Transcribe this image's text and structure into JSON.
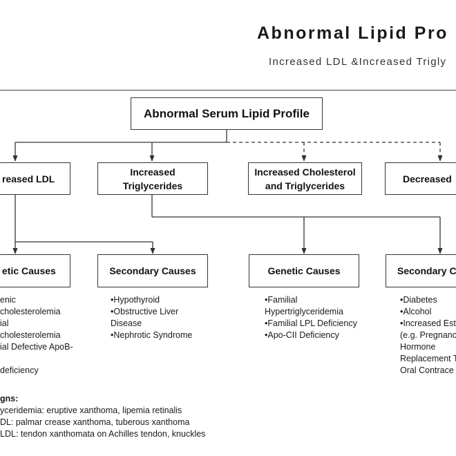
{
  "header": {
    "title": "Abnormal Lipid Pro",
    "subtitle": "Increased LDL &Increased Trigly"
  },
  "root": {
    "label": "Abnormal Serum Lipid Profile"
  },
  "level1": [
    {
      "label": "reased LDL"
    },
    {
      "label": "Increased Triglycerides",
      "lines": [
        "Increased",
        "Triglycerides"
      ]
    },
    {
      "label": "Increased Cholesterol and Triglycerides",
      "lines": [
        "Increased Cholesterol",
        "and Triglycerides"
      ]
    },
    {
      "label": "Decreased"
    }
  ],
  "level2": [
    {
      "label": "etic Causes"
    },
    {
      "label": "Secondary Causes"
    },
    {
      "label": "Genetic Causes"
    },
    {
      "label": "Secondary C"
    }
  ],
  "lists": {
    "ldl_genetic": [
      "enic",
      "cholesterolemia",
      "ial",
      "cholesterolemia",
      "ial Defective ApoB-",
      "",
      "deficiency"
    ],
    "ldl_secondary": [
      "•Hypothyroid",
      "•Obstructive Liver",
      "Disease",
      "•Nephrotic Syndrome"
    ],
    "tg_genetic": [
      "•Familial",
      "Hypertriglyceridemia",
      "•Familial LPL Deficiency",
      "•Apo-CII Deficiency"
    ],
    "tg_secondary": [
      "•Diabetes",
      "•Alcohol",
      "•Increased Est",
      "(e.g. Pregnanc",
      "Hormone",
      "Replacement T",
      "Oral Contrace"
    ]
  },
  "signs": {
    "heading": "gns:",
    "lines": [
      "yceridemia: eruptive xanthoma, lipemia retinalis",
      "DL: palmar crease xanthoma, tuberous xanthoma",
      "LDL: tendon xanthomata on Achilles tendon, knuckles"
    ]
  }
}
